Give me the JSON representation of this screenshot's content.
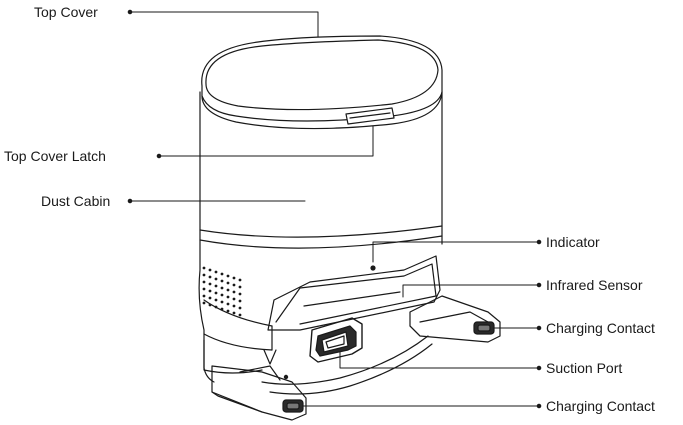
{
  "diagram": {
    "labels": {
      "top_cover": "Top Cover",
      "top_cover_latch": "Top Cover Latch",
      "dust_cabin": "Dust Cabin",
      "indicator": "Indicator",
      "infrared_sensor": "Infrared Sensor",
      "charging_contact_upper": "Charging Contact",
      "suction_port": "Suction Port",
      "charging_contact_lower": "Charging Contact"
    },
    "colors": {
      "line": "#1a1a1a",
      "text": "#1a1a1a",
      "background": "#ffffff"
    }
  }
}
